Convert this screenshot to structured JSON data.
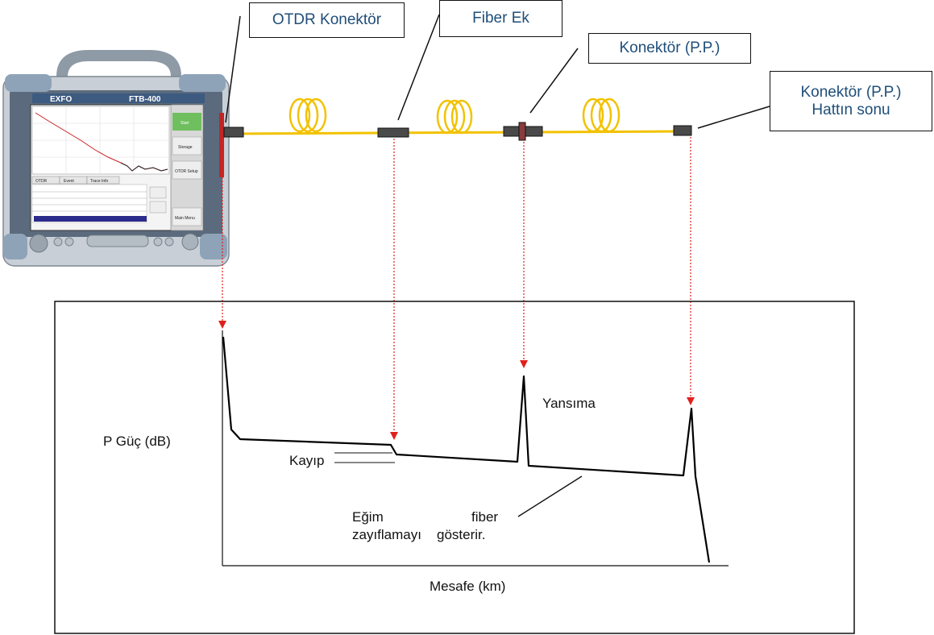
{
  "callouts": {
    "otdr_connector": "OTDR Konektör",
    "fiber_splice": "Fiber Ek",
    "connector_pp": "Konektör (P.P.)",
    "end_connector_line1": "Konektör (P.P.)",
    "end_connector_line2": "Hattın sonu"
  },
  "device": {
    "brand": "EXFO",
    "model": "FTB-400",
    "screen_buttons": [
      "Start",
      "Storage",
      "OTDR Setup",
      "Main Menu"
    ],
    "screen_tabs": [
      "OTDR",
      "Event",
      "Trace Info"
    ]
  },
  "trace_labels": {
    "y_axis": "P Güç (dB)",
    "x_axis": "Mesafe (km)",
    "loss": "Kayıp",
    "reflection": "Yansıma",
    "slope_line1_a": "Eğim",
    "slope_line1_b": "fiber",
    "slope_line2_a": "zayıflamayı",
    "slope_line2_b": "gösterir."
  },
  "colors": {
    "callout_text": "#1f4e79",
    "fiber": "#f2c200",
    "guide_arrow": "#e0201c",
    "trace": "#000000",
    "connector": "#4a4a4a"
  }
}
